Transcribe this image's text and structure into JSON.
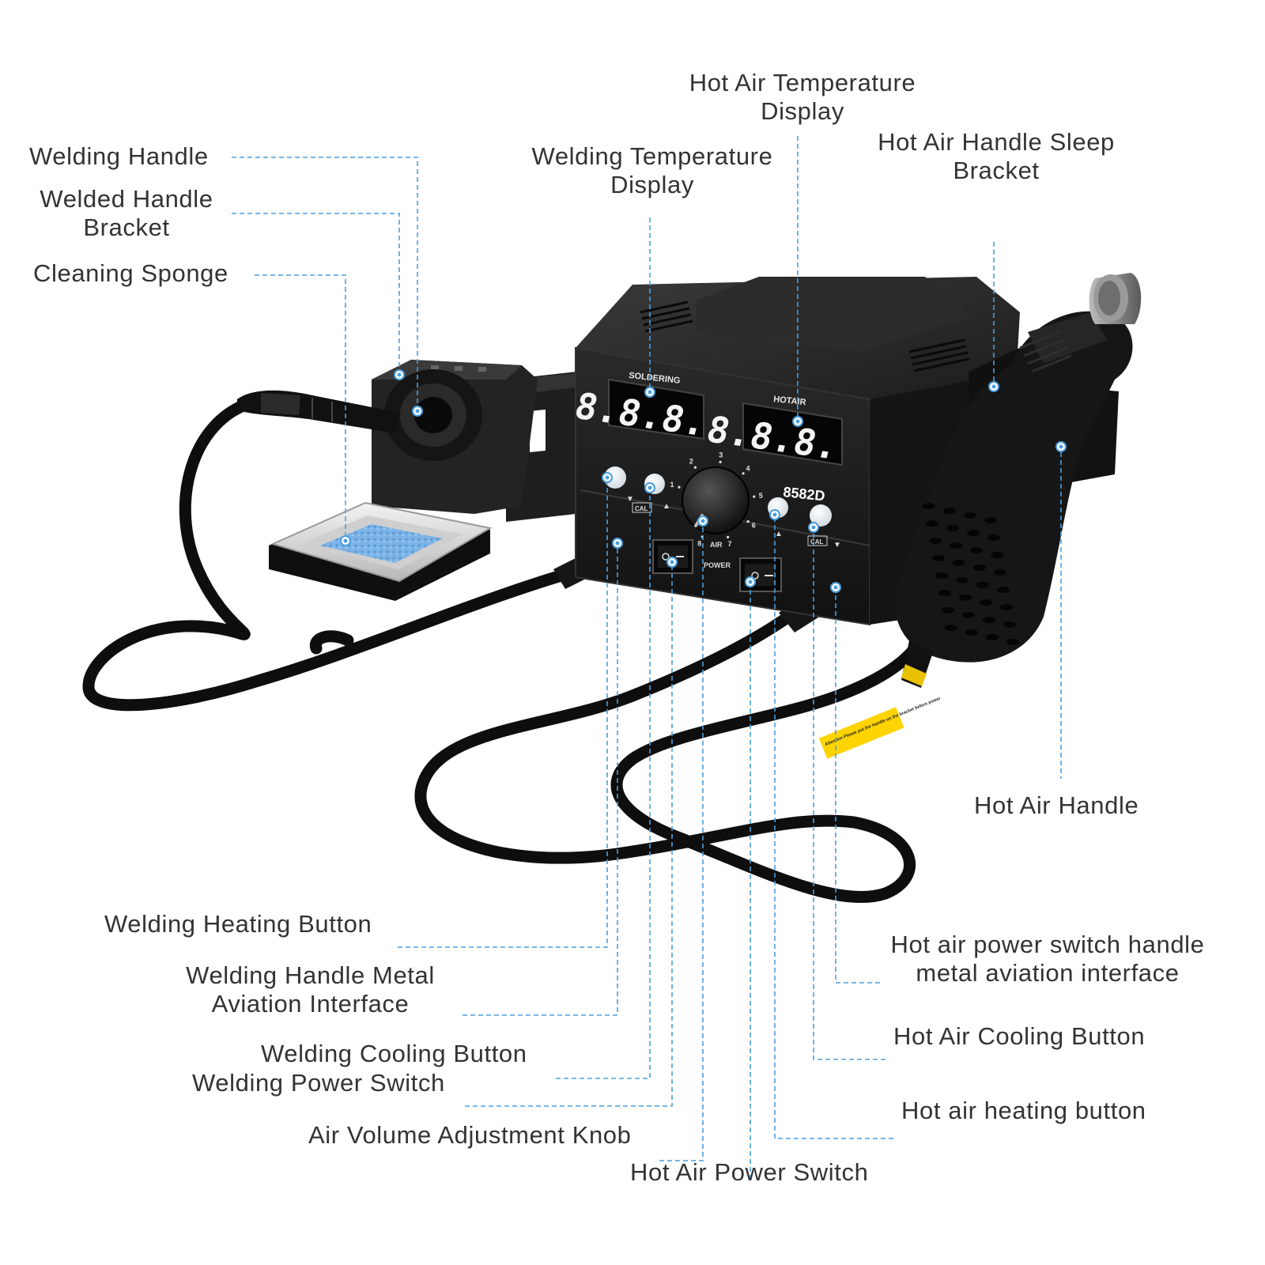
{
  "labels": {
    "welding_handle": "Welding Handle",
    "welded_handle_bracket": [
      "Welded Handle",
      "Bracket"
    ],
    "cleaning_sponge": "Cleaning Sponge",
    "welding_temp_display": [
      "Welding Temperature",
      "Display"
    ],
    "hot_air_temp_display": [
      "Hot Air Temperature",
      "Display"
    ],
    "hot_air_handle_sleep_bracket": [
      "Hot Air Handle Sleep",
      "Bracket"
    ],
    "hot_air_handle": "Hot Air Handle",
    "welding_heating_button": "Welding Heating Button",
    "welding_handle_metal_aviation": [
      "Welding Handle Metal",
      "Aviation Interface"
    ],
    "welding_cooling_button": "Welding Cooling Button",
    "welding_power_switch": "Welding Power Switch",
    "air_volume_knob": "Air Volume Adjustment Knob",
    "hot_air_power_switch": "Hot Air Power Switch",
    "hot_air_power_handle_interface": [
      "Hot air power switch handle",
      "metal aviation interface"
    ],
    "hot_air_cooling_button": "Hot Air Cooling Button",
    "hot_air_heating_button": "Hot air heating button"
  },
  "device": {
    "soldering_label": "SOLDERING",
    "hotair_label": "HOTAIR",
    "model": "8582D",
    "soldering_display": "8.8.8.",
    "hotair_display": "8.8.8.",
    "power_label": "POWER",
    "air_label": "AIR",
    "cal_left": "CAL",
    "cal_right": "CAL",
    "dial_numbers": [
      "1",
      "2",
      "3",
      "4",
      "5",
      "6",
      "7",
      "8"
    ],
    "warning_text": "Attention Please put the handle on the bracket before power"
  },
  "colors": {
    "leader": "#4a9fe0",
    "text": "#333333",
    "body": "#1a1a1a",
    "sponge": "#6aa8e0"
  }
}
